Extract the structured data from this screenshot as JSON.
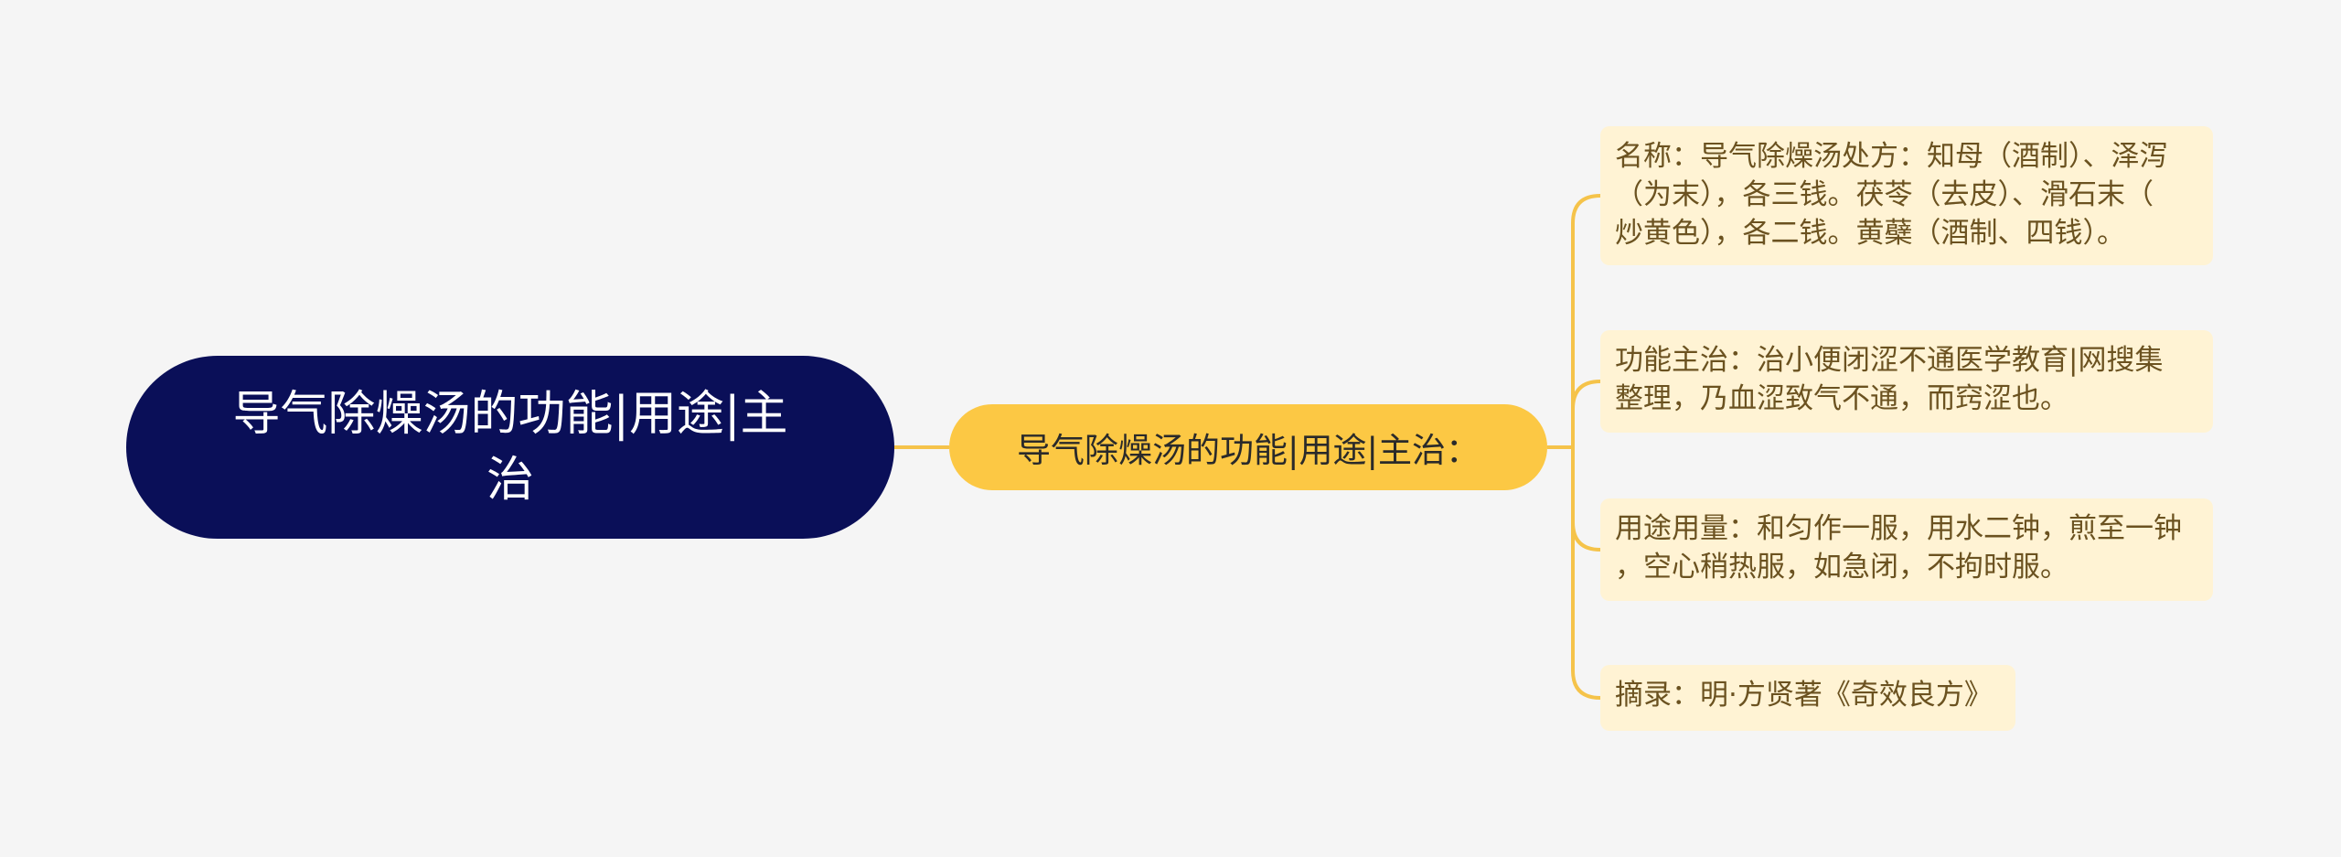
{
  "mindmap": {
    "root": {
      "label": "导气除燥汤的功能|用途|主\n治"
    },
    "branch": {
      "label": "导气除燥汤的功能|用途|主治："
    },
    "leaves": [
      {
        "label": "名称：导气除燥汤处方：知母（酒制）、泽泻\n（为末），各三钱。茯苓（去皮）、滑石末（\n炒黄色），各二钱。黄蘗（酒制、四钱）。"
      },
      {
        "label": "功能主治：治小便闭涩不通医学教育|网搜集\n整理，乃血涩致气不通，而窍涩也。"
      },
      {
        "label": "用途用量：和匀作一服，用水二钟，煎至一钟\n，空心稍热服，如急闭，不拘时服。"
      },
      {
        "label": "摘录：明·方贤著《奇效良方》"
      }
    ],
    "colors": {
      "background": "#f5f5f5",
      "root_fill": "#0a0f58",
      "root_text": "#ffffff",
      "branch_fill": "#fcc844",
      "leaf_fill": "#fff3d4",
      "leaf_text": "#6b5220",
      "connector": "#f5c34a"
    }
  }
}
